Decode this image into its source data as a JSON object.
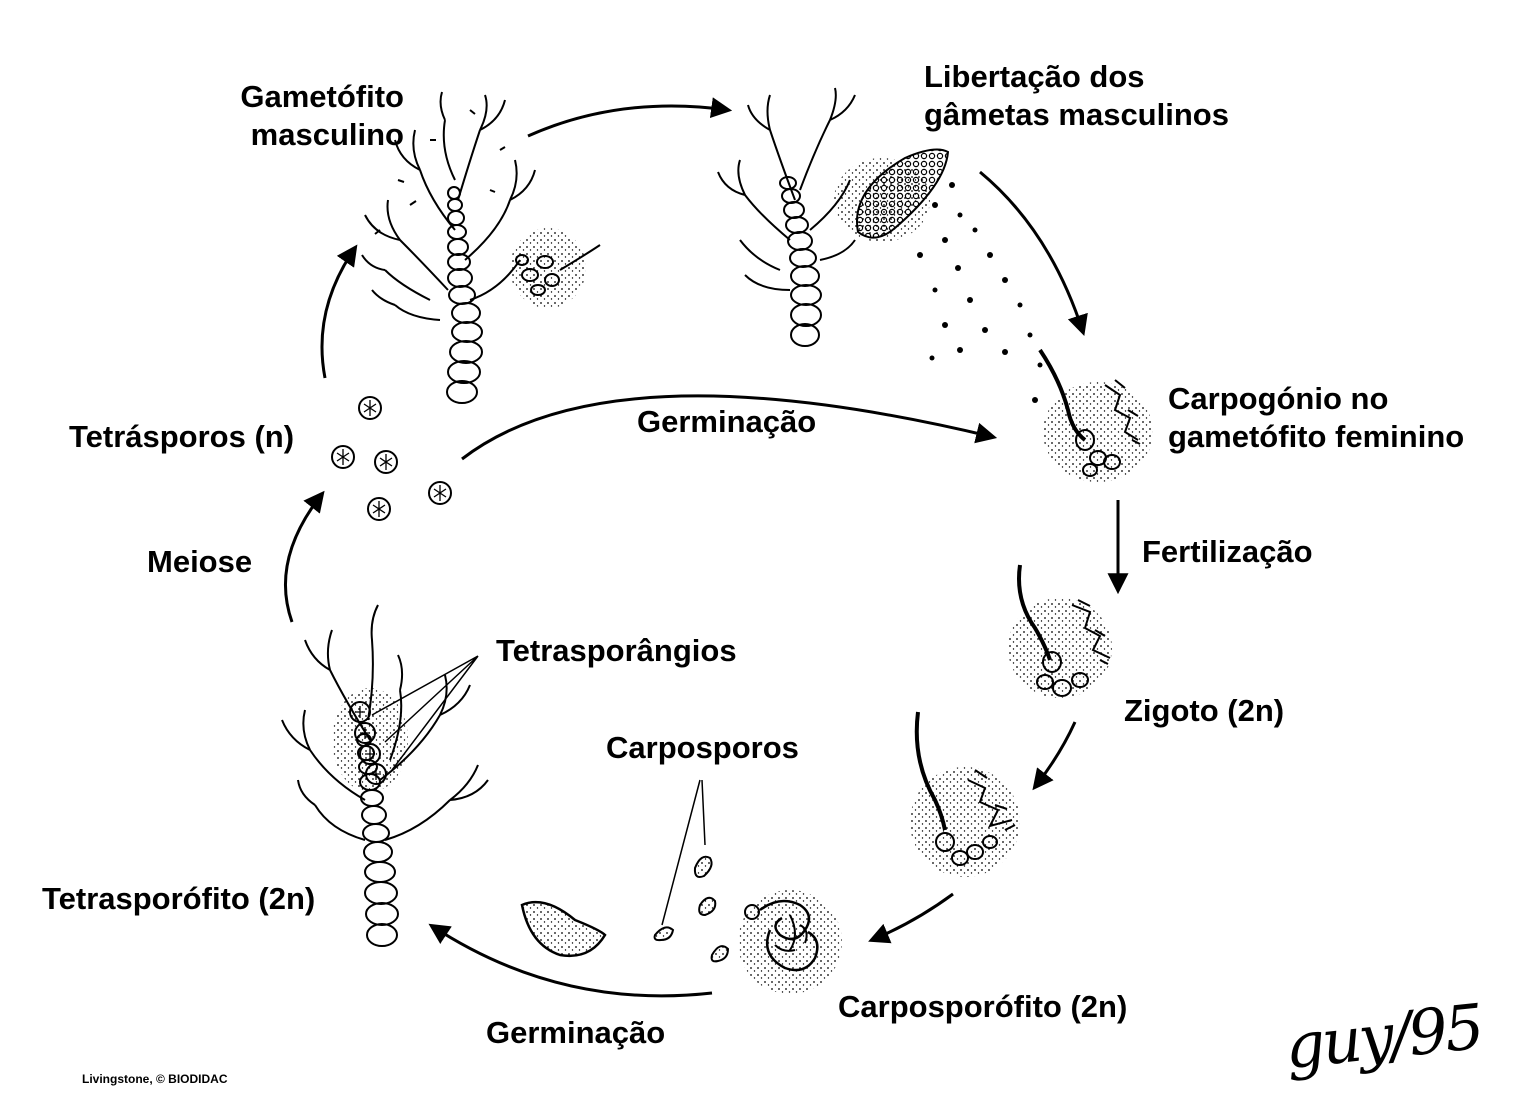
{
  "labels": {
    "gametofito_masculino": [
      "Gametófito",
      "masculino"
    ],
    "libertacao": [
      "Libertação dos",
      "gâmetas masculinos"
    ],
    "carpogonio": [
      "Carpogónio no",
      "gametófito feminino"
    ],
    "fertilizacao": "Fertilização",
    "zigoto": "Zigoto (2n)",
    "carposporofito": "Carposporófito (2n)",
    "carposporos": "Carposporos",
    "germinacao_bottom": "Germinação",
    "tetrasporofito": "Tetrasporófito (2n)",
    "tetrasporangios": "Tetrasporângios",
    "meiose": "Meiose",
    "tetrasporos": "Tetrásporos (n)",
    "germinacao_top": "Germinação"
  },
  "credit": "Livingstone, © BIODIDAC",
  "signature": "guy/95",
  "colors": {
    "ink": "#000000",
    "background": "#ffffff"
  }
}
